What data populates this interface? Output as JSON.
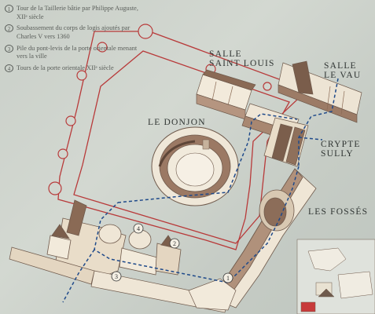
{
  "legend": [
    {
      "num": "1",
      "text": "Tour de la Taillerie bâtie par Philippe Auguste, XIIᵉ siècle"
    },
    {
      "num": "2",
      "text": "Soubassement du corps de logis ajoutés par Charles V vers 1360"
    },
    {
      "num": "3",
      "text": "Pile du pont-levis de la porte orientale menant vers la ville"
    },
    {
      "num": "4",
      "text": "Tours de la porte orientale XIIᵉ siècle"
    }
  ],
  "labels": {
    "salle_saint_louis": "SALLE\nSAINT LOUIS",
    "salle_le_vau": "SALLE\nLE VAU",
    "le_donjon": "LE DONJON",
    "crypte_sully": "CRYPTE\nSULLY",
    "les_fosses": "LES FOSSÉS"
  },
  "markers": [
    "1",
    "2",
    "3",
    "4"
  ],
  "colors": {
    "background": "#cdd3cd",
    "wall_outline": "#b83a3a",
    "path": "#1f4a8a",
    "stone": "#e9ddc9",
    "shadow": "#8a6a55"
  }
}
